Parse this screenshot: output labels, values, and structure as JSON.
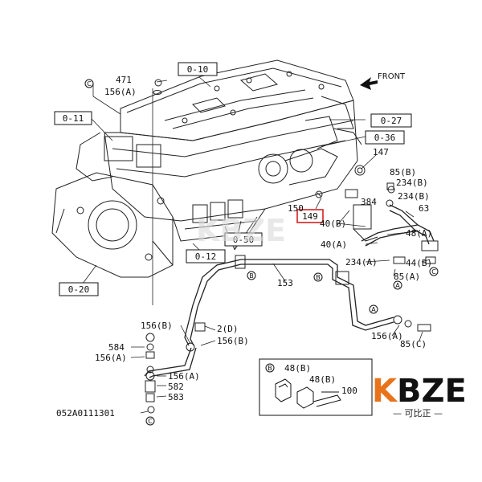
{
  "front_label": "FRONT",
  "section_boxes": [
    "0-10",
    "0-11",
    "0-27",
    "0-36",
    "0-12",
    "0-50",
    "0-20"
  ],
  "highlighted_part": "149",
  "part_labels": {
    "p471": "471",
    "p156a_top": "156(A)",
    "p147": "147",
    "p85b": "85(B)",
    "p234b_1": "234(B)",
    "p234b_2": "234(B)",
    "p384": "384",
    "p63": "63",
    "p150": "150",
    "p40b": "40(B)",
    "p48a": "48(A)",
    "p40a": "40(A)",
    "p234a": "234(A)",
    "p44b": "44(B)",
    "p85a": "85(A)",
    "p153": "153",
    "p156b_1": "156(B)",
    "p2d": "2(D)",
    "p156b_2": "156(B)",
    "p584": "584",
    "p156a_mid": "156(A)",
    "p156a_low": "156(A)",
    "p582": "582",
    "p583": "583",
    "p156a_right": "156(A)",
    "p85c": "85(C)",
    "p48b_1": "48(B)",
    "p48b_2": "48(B)",
    "p100": "100"
  },
  "callouts": {
    "a": "A",
    "b": "B",
    "c": "C"
  },
  "diagram_code": "052A0111301",
  "watermark": "KBZE",
  "logo": {
    "text": "KBZE",
    "sub": "— 可比正 —",
    "k_color": "#e8731a",
    "rest_color": "#111111"
  }
}
